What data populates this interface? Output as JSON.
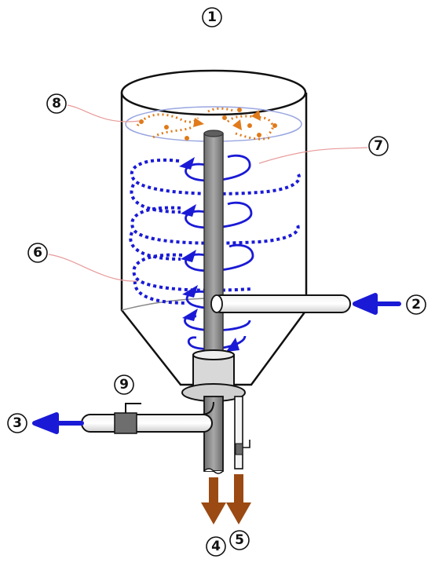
{
  "labels": {
    "n1": "1",
    "n2": "2",
    "n3": "3",
    "n4": "4",
    "n5": "5",
    "n6": "6",
    "n7": "7",
    "n8": "8",
    "n9": "9"
  },
  "colors": {
    "outline": "#111111",
    "swirl": "#1a1ad6",
    "particles": "#e07a1a",
    "flow_in_out": "#1a1ad6",
    "discharge": "#9a4a12",
    "leader_line": "#e89a9a",
    "tube": "#8a8a8a",
    "surface": "#9aa6e0"
  }
}
